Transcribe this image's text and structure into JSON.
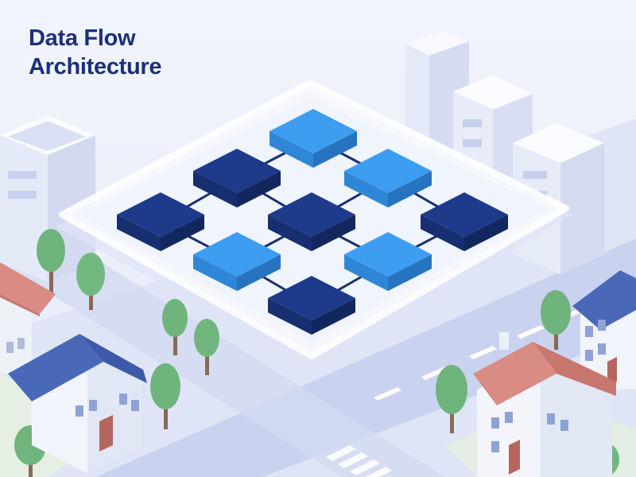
{
  "title": {
    "line1": "Data Flow",
    "line2": "Architecture"
  },
  "colors": {
    "background": "#eef2fb",
    "title": "#1c2f7a",
    "node_dark_top": "#1e3a8a",
    "node_light_top": "#3d9df0",
    "connector": "#1c2f6e",
    "platform": "#ffffff",
    "road": "#c9d3ef",
    "tree": "#6fb47c",
    "roof_blue": "#4a68b8",
    "roof_red": "#d98b84"
  },
  "diagram": {
    "nodes": [
      {
        "id": "n1",
        "tone": "light"
      },
      {
        "id": "n2",
        "tone": "dark"
      },
      {
        "id": "n3",
        "tone": "light"
      },
      {
        "id": "n4",
        "tone": "dark"
      },
      {
        "id": "n5",
        "tone": "dark"
      },
      {
        "id": "n6",
        "tone": "dark"
      },
      {
        "id": "n7",
        "tone": "light"
      },
      {
        "id": "n8",
        "tone": "light"
      },
      {
        "id": "n9",
        "tone": "dark"
      }
    ],
    "edges": [
      [
        "n1",
        "n2"
      ],
      [
        "n1",
        "n3"
      ],
      [
        "n2",
        "n4"
      ],
      [
        "n2",
        "n5"
      ],
      [
        "n3",
        "n5"
      ],
      [
        "n3",
        "n6"
      ],
      [
        "n4",
        "n7"
      ],
      [
        "n5",
        "n7"
      ],
      [
        "n5",
        "n8"
      ],
      [
        "n6",
        "n8"
      ],
      [
        "n7",
        "n9"
      ],
      [
        "n8",
        "n9"
      ]
    ]
  }
}
